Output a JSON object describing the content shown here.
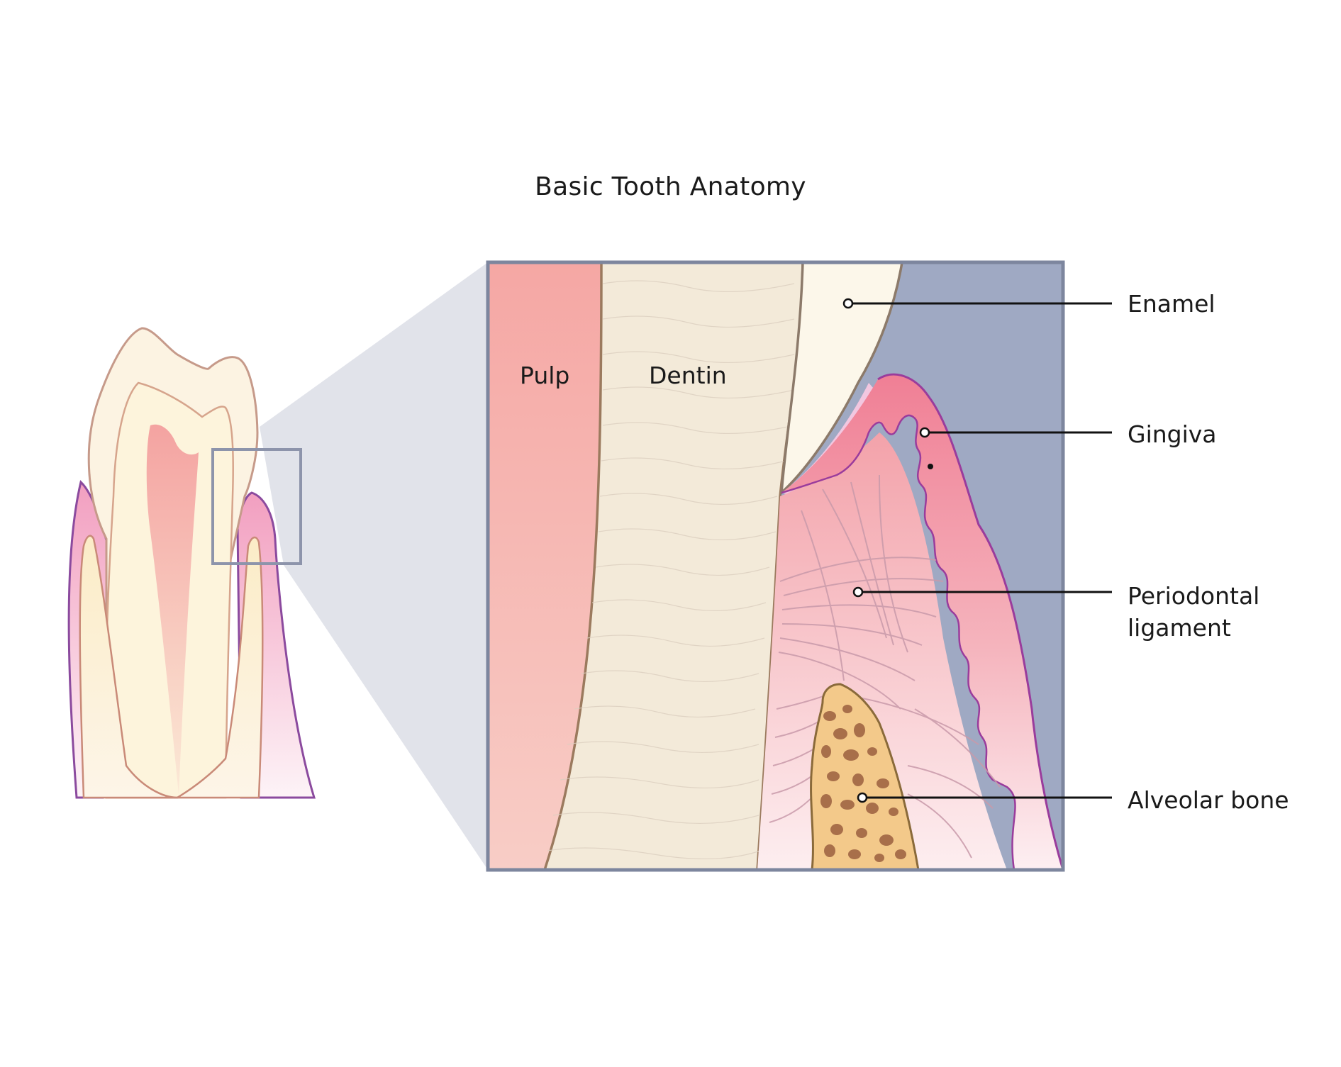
{
  "title": "Basic Tooth Anatomy",
  "region_labels": {
    "pulp": "Pulp",
    "dentin": "Dentin"
  },
  "callouts": {
    "enamel": "Enamel",
    "gingiva": "Gingiva",
    "periodontal_ligament_line1": "Periodontal",
    "periodontal_ligament_line2": "ligament",
    "alveolar_bone": "Alveolar bone"
  },
  "colors": {
    "pulp": "#f5a7a4",
    "dentin": "#f3ead9",
    "enamel": "#fcf7ea",
    "gingiva": "#f18e9c",
    "gingiva_outline": "#9a3c9c",
    "bone": "#f3c98a",
    "background_panel": "#9fa9c3",
    "frame": "#7d869e",
    "zoom_cone": "#e1e3ea"
  }
}
